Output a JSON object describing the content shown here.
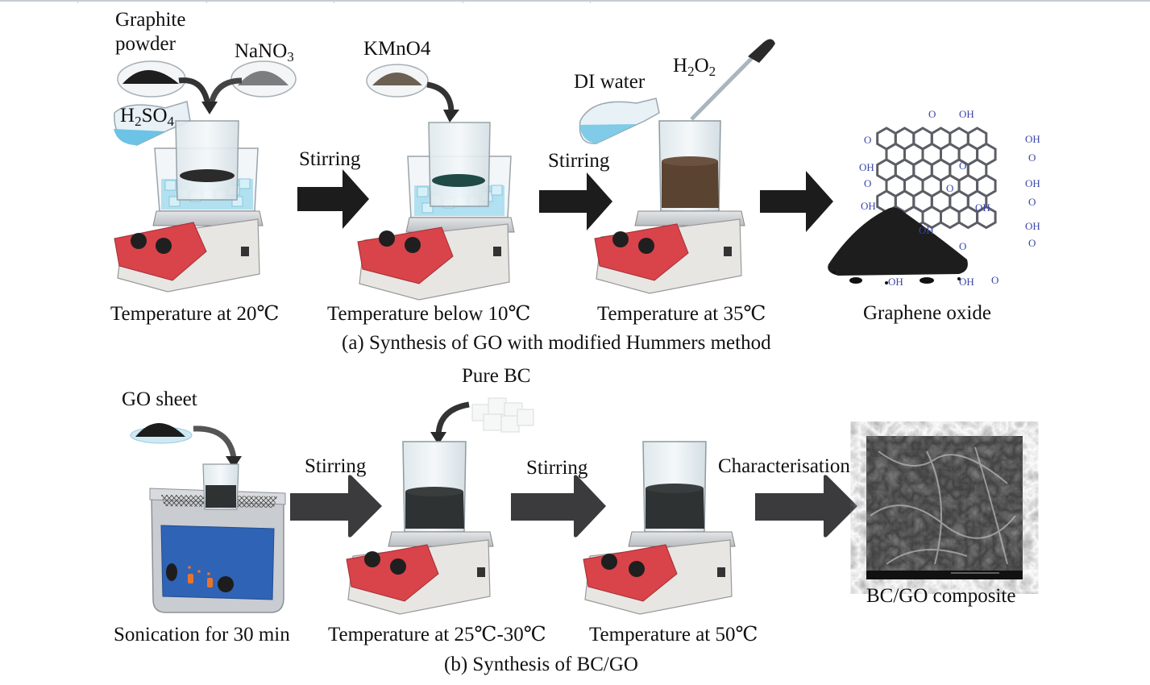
{
  "panel_a": {
    "caption": "(a) Synthesis of GO with modified Hummers method",
    "reagents": {
      "graphite": "Graphite powder",
      "graphite_line1": "Graphite",
      "graphite_line2": "powder",
      "nano3": {
        "base": "NaNO",
        "sub": "3"
      },
      "h2so4": {
        "p1": "H",
        "s1": "2",
        "p2": "SO",
        "s2": "4"
      },
      "kmno4": "KMnO4",
      "di_water": "DI water",
      "h2o2": {
        "p1": "H",
        "s1": "2",
        "p2": "O",
        "s2": "2"
      }
    },
    "steps": [
      {
        "label": "Temperature at 20℃"
      },
      {
        "label": "Temperature below 10℃"
      },
      {
        "label": "Temperature at 35℃"
      },
      {
        "label": "Graphene oxide"
      }
    ],
    "arrows": [
      {
        "label": "Stirring"
      },
      {
        "label": "Stirring"
      },
      {
        "label": ""
      }
    ],
    "functional_groups": {
      "carboxyl_o": "O",
      "hydroxyl": "OH",
      "epoxy": "O"
    }
  },
  "panel_b": {
    "caption": "(b) Synthesis of BC/GO",
    "reagents": {
      "go_sheet": "GO sheet",
      "pure_bc": "Pure BC"
    },
    "steps": [
      {
        "label": "Sonication for 30 min"
      },
      {
        "label": "Temperature at 25℃-30℃"
      },
      {
        "label": "Temperature at 50℃"
      },
      {
        "label": "BC/GO composite"
      }
    ],
    "arrows": [
      {
        "label": "Stirring"
      },
      {
        "label": "Stirring"
      },
      {
        "label": "Characterisation"
      }
    ]
  },
  "colors": {
    "arrow_top": "#1c1c1c",
    "arrow_bottom": "#3b3b3e",
    "stirrer_panel": "#d9434a",
    "stirrer_body": "#e8e6e2",
    "ice_water": "#9fd7ea",
    "brown_solution": "#5a4330",
    "dark_solution": "#2f3233",
    "teal_solution": "#1f4a46",
    "sonicator_blue": "#2f63b6",
    "chem_label": "#3a45a8"
  }
}
